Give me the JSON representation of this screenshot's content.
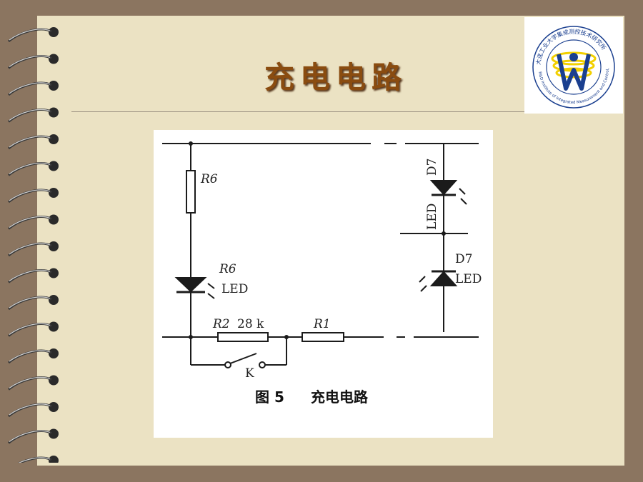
{
  "slide": {
    "title": "充电电路"
  },
  "logo": {
    "text_cn": "大连工业大学集成测控技术研究所",
    "text_en": "R&D Institute of Integrated Measurement and Control, DLPU",
    "accent_color": "#1a3f8f",
    "ring_color": "#f2d000"
  },
  "circuit": {
    "labels": {
      "r6_resistor": "R6",
      "r6_led": "R6",
      "led_left": "LED",
      "r2": "R2",
      "r2_value": "28 k",
      "r1": "R1",
      "switch": "K",
      "d7_top": "D7",
      "led_top_right": "LED",
      "d7_bottom": "D7",
      "led_bottom_right": "LED"
    },
    "caption": {
      "number": "图 5",
      "text": "充电电路"
    }
  }
}
